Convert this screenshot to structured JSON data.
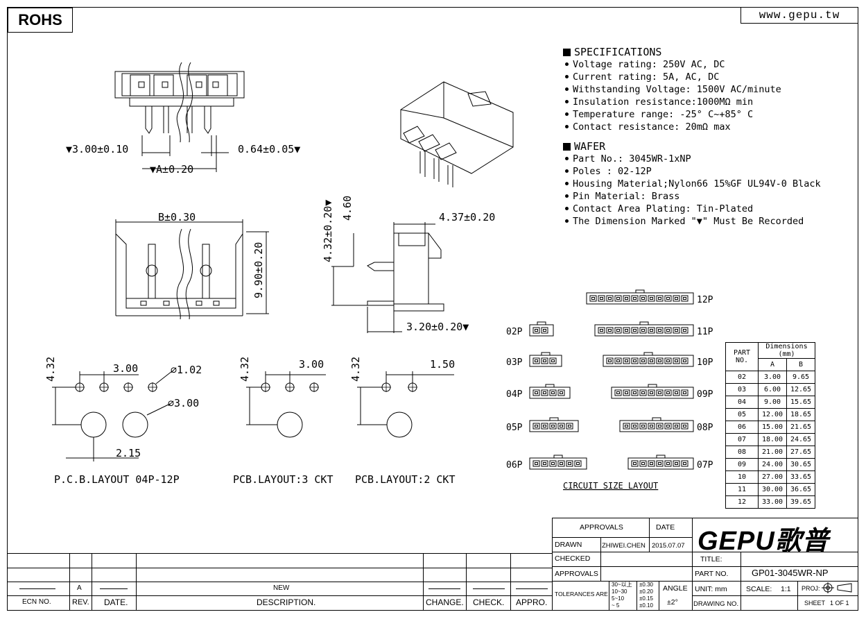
{
  "header": {
    "rohs": "ROHS",
    "website": "www.gepu.tw"
  },
  "specifications": {
    "title": "SPECIFICATIONS",
    "items": [
      "Voltage rating: 250V AC, DC",
      "Current rating: 5A, AC, DC",
      "Withstanding Voltage: 1500V AC/minute",
      "Insulation resistance:1000MΩ min",
      "Temperature range: -25° C~+85° C",
      "Contact resistance: 20mΩ max"
    ]
  },
  "wafer": {
    "title": "WAFER",
    "items": [
      "Part No.: 3045WR-1xNP",
      "Poles : 02-12P",
      "Housing Material;Nylon66 15%GF UL94V-0 Black",
      "Pin Material: Brass",
      "Contact Area Plating: Tin-Plated",
      "The Dimension Marked \"▼\" Must Be Recorded"
    ]
  },
  "drawing_labels": {
    "dim_pitch": "▼3.00±0.10",
    "dim_pin": "0.64±0.05▼",
    "dim_a": "▼A±0.20",
    "dim_b": "B±0.30",
    "dim_height": "9.90±0.20",
    "dim_432v": "4.32±0.20▼",
    "dim_460": "4.60",
    "dim_437": "4.37±0.20",
    "dim_320": "3.20±0.20▼",
    "pcb_432": "4.32",
    "pcb_300": "3.00",
    "pcb_102": "⌀1.02",
    "pcb_d300": "⌀3.00",
    "pcb_215": "2.15",
    "pcb_150": "1.50",
    "pcb_layout_main": "P.C.B.LAYOUT 04P-12P",
    "pcb_layout_3": "PCB.LAYOUT:3 CKT",
    "pcb_layout_2": "PCB.LAYOUT:2 CKT",
    "circuit_size_layout": "CIRCUIT SIZE LAYOUT"
  },
  "circuit_labels": [
    "02P",
    "03P",
    "04P",
    "05P",
    "06P",
    "12P",
    "11P",
    "10P",
    "09P",
    "08P",
    "07P"
  ],
  "dimensions_table": {
    "header": {
      "part_no": "PART NO.",
      "dimensions": "Dimensions (mm)",
      "a": "A",
      "b": "B"
    },
    "rows": [
      [
        "02",
        "3.00",
        "9.65"
      ],
      [
        "03",
        "6.00",
        "12.65"
      ],
      [
        "04",
        "9.00",
        "15.65"
      ],
      [
        "05",
        "12.00",
        "18.65"
      ],
      [
        "06",
        "15.00",
        "21.65"
      ],
      [
        "07",
        "18.00",
        "24.65"
      ],
      [
        "08",
        "21.00",
        "27.65"
      ],
      [
        "09",
        "24.00",
        "30.65"
      ],
      [
        "10",
        "27.00",
        "33.65"
      ],
      [
        "11",
        "30.00",
        "36.65"
      ],
      [
        "12",
        "33.00",
        "39.65"
      ]
    ]
  },
  "title_block": {
    "approvals": "APPROVALS",
    "date": "DATE",
    "drawn": "DRAWN",
    "drawn_by": "ZHIWEI.CHEN",
    "drawn_date": "2015.07.07",
    "checked": "CHECKED",
    "approvals2": "APPROVALS",
    "logo": "GEPU歌普",
    "title": "TITLE:",
    "part_no": "PART NO.",
    "part_no_value": "GP01-3045WR-NP",
    "tolerances": "TOLERANCES ARE",
    "tol_rows": [
      [
        "30~以上",
        "±0.30"
      ],
      [
        "10~30",
        "±0.20"
      ],
      [
        "5~10",
        "±0.15"
      ],
      [
        "~ 5",
        "±0.10"
      ]
    ],
    "angle": "ANGLE",
    "angle_val": "±2°",
    "unit": "UNIT: mm",
    "scale": "SCALE:",
    "scale_val": "1:1",
    "proj": "PROJ:",
    "drawing_no": "DRAWING NO.",
    "sheet": "SHEET",
    "sheet_val": "1 OF 1"
  },
  "revision_block": {
    "rev": "A",
    "description_value": "NEW",
    "ecn_no": "ECN NO.",
    "rev_label": "REV.",
    "date_label": "DATE.",
    "description": "DESCRIPTION.",
    "change": "CHANGE.",
    "check": "CHECK.",
    "appro": "APPRO."
  }
}
